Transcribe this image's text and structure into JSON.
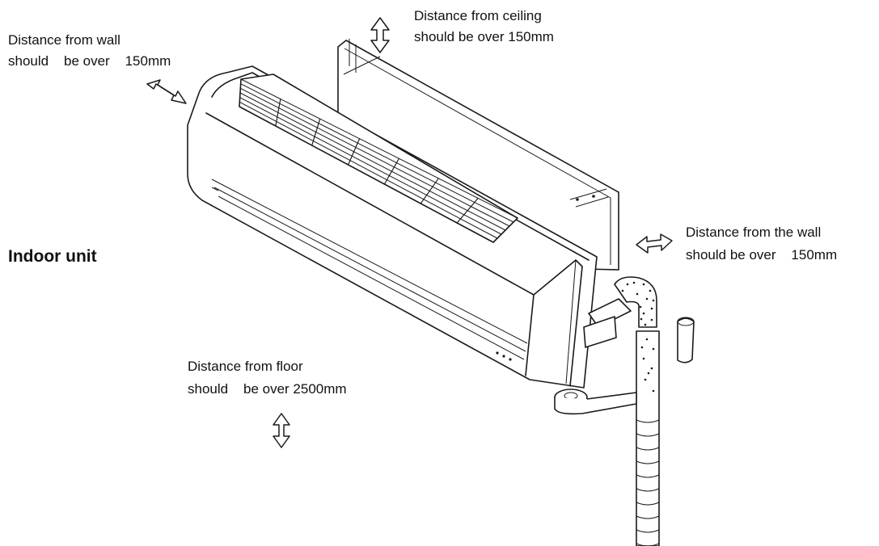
{
  "title": "Indoor unit",
  "labels": {
    "wall_left_line1": "Distance from wall",
    "wall_left_line2": "should    be over    150mm",
    "ceiling_line1": "Distance from ceiling",
    "ceiling_line2": "should be over 150mm",
    "wall_right_line1": "Distance from the wall",
    "wall_right_line2": "should be over    150mm",
    "floor_line1": "Distance from floor",
    "floor_line2": "should    be over 2500mm"
  },
  "colors": {
    "line": "#1a1a1a",
    "background": "#ffffff"
  },
  "icons": [
    "double-arrow-diagonal-icon",
    "double-arrow-vertical-icon",
    "double-arrow-horizontal-icon"
  ]
}
